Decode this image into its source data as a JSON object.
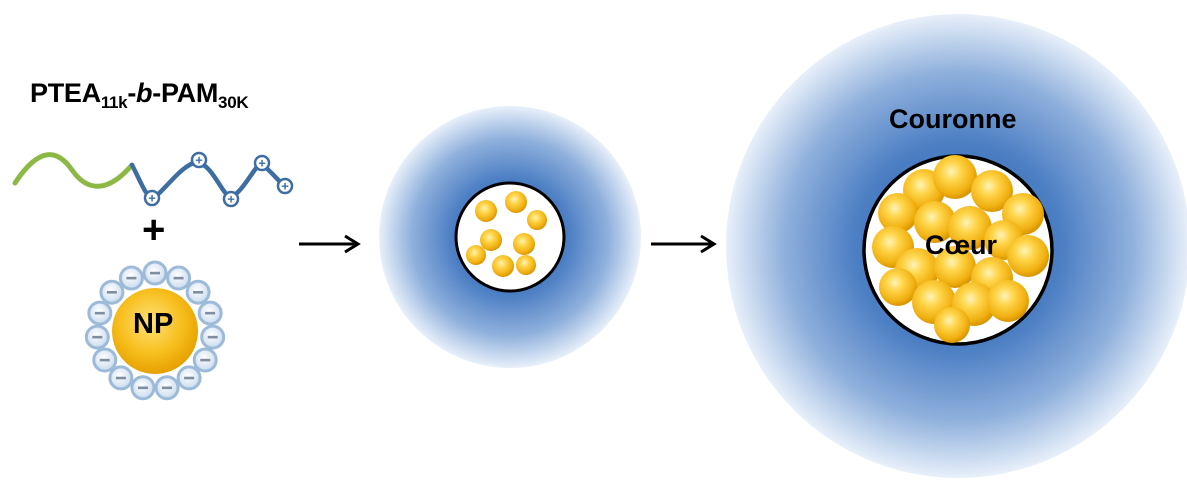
{
  "labels": {
    "polymer_name": "PTEA",
    "polymer_sub1": "11k",
    "polymer_sep1": "-",
    "polymer_block": "b",
    "polymer_sep2": "-PAM",
    "polymer_sub2": "30K",
    "plus": "+",
    "nanoparticle": "NP",
    "corona": "Couronne",
    "core": "Cœur"
  },
  "charges": {
    "polymer_positive": "+",
    "np_negative": "−"
  },
  "colors": {
    "neutral_block": "#8cb845",
    "charged_block": "#3e6da3",
    "corona_blue": "#4a7fc6",
    "nanoparticle_gold": "#f3b91b",
    "charge_ring": "#a3bfdc",
    "arrow": "#000000"
  },
  "icons": {
    "arrow_1": "right-arrow-icon",
    "arrow_2": "right-arrow-icon"
  }
}
